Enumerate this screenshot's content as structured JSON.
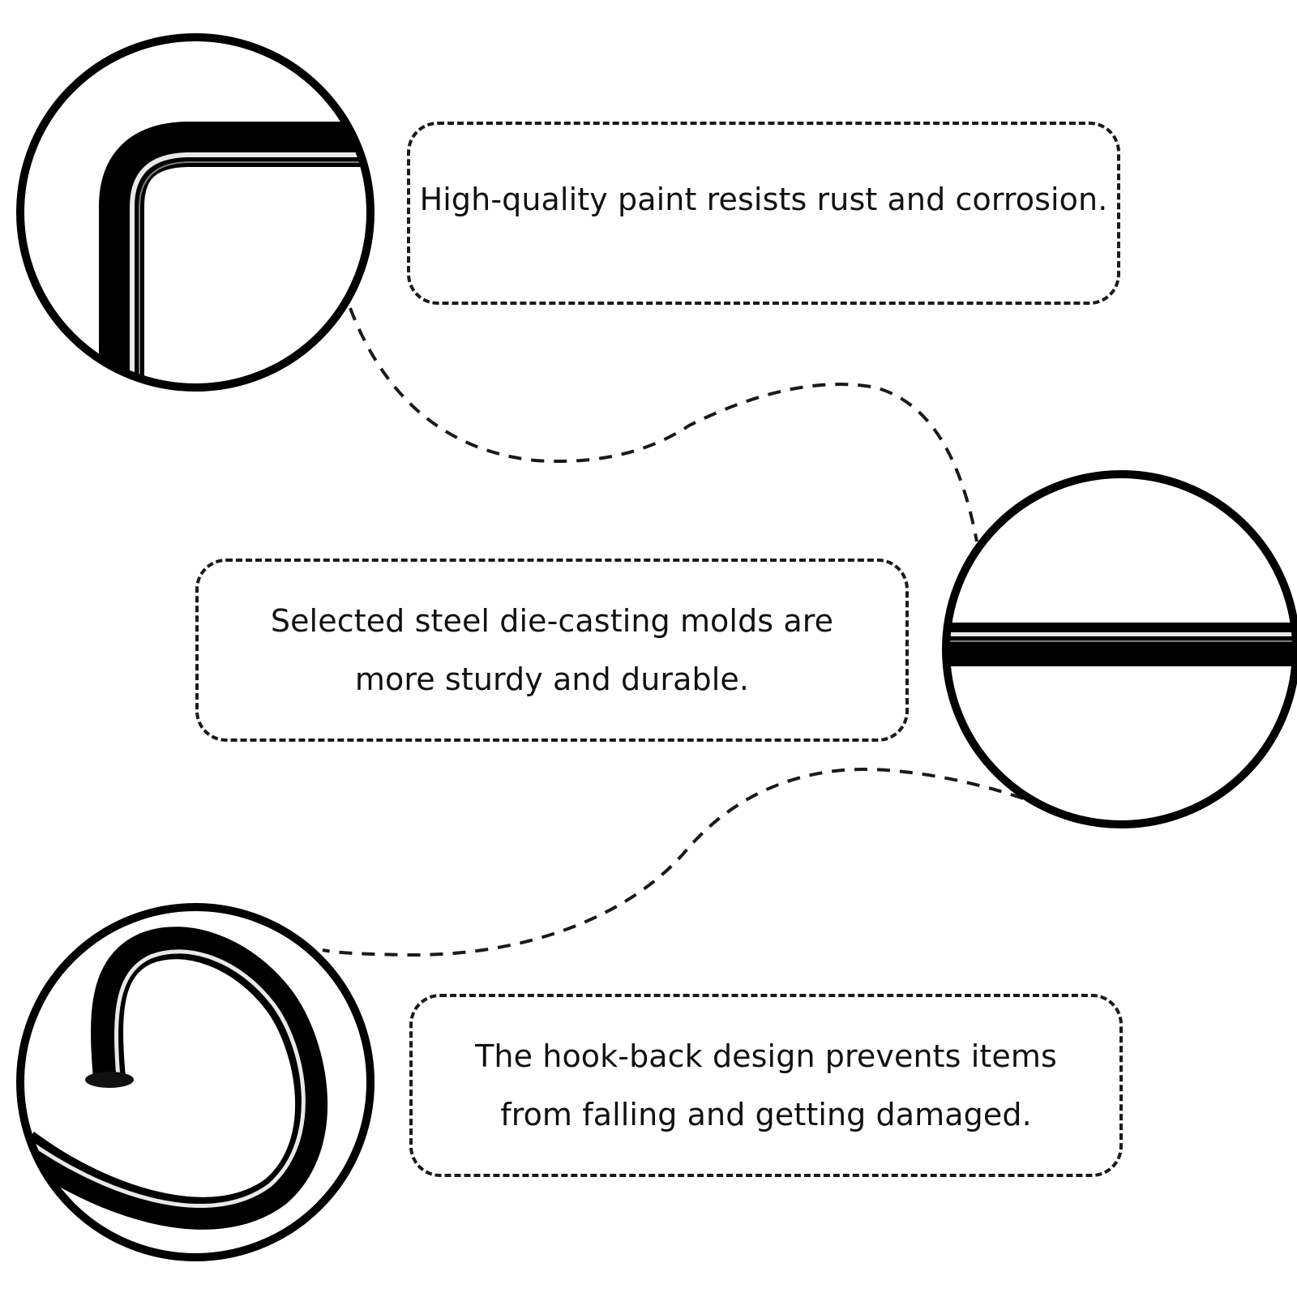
{
  "features": [
    {
      "id": "paint",
      "lines": [
        "High-quality paint resists rust and corrosion."
      ],
      "detail_icon": "bent-rod-corner-icon"
    },
    {
      "id": "steel",
      "lines": [
        "Selected steel die-casting molds are",
        "more sturdy and durable."
      ],
      "detail_icon": "straight-rod-icon"
    },
    {
      "id": "hook",
      "lines": [
        "The hook-back design prevents items",
        "from falling and getting damaged."
      ],
      "detail_icon": "hook-back-icon"
    }
  ],
  "colors": {
    "background": "#ffffff",
    "outline": "#000000",
    "dash": "#1a1a1a",
    "text": "#111111",
    "metal_highlight": "#e8e8e8"
  }
}
